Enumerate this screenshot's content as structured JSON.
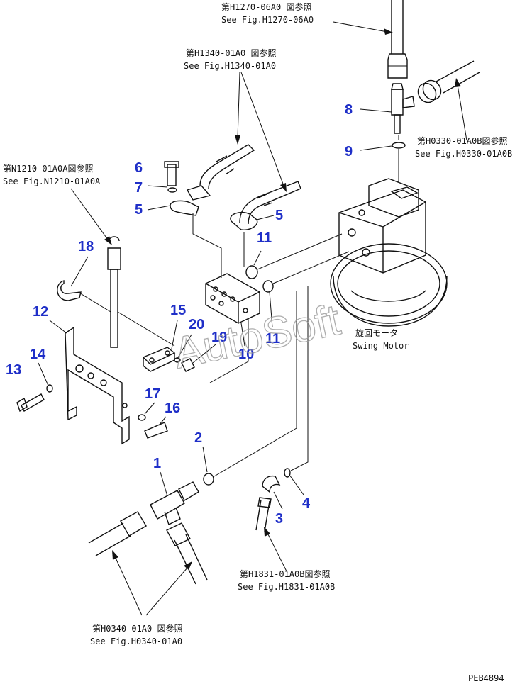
{
  "references": [
    {
      "jp": "第H1270-06A0 図参照",
      "en": "See Fig.H1270-06A0"
    },
    {
      "jp": "第H1340-01A0 図参照",
      "en": "See Fig.H1340-01A0"
    },
    {
      "jp": "第N1210-01A0A図参照",
      "en": "See Fig.N1210-01A0A"
    },
    {
      "jp": "第H0330-01A0B図参照",
      "en": "See Fig.H0330-01A0B"
    },
    {
      "jp": "第H1831-01A0B図参照",
      "en": "See Fig.H1831-01A0B"
    },
    {
      "jp": "第H0340-01A0 図参照",
      "en": "See Fig.H0340-01A0"
    }
  ],
  "swing_motor": {
    "jp": "旋回モータ",
    "en": "Swing Motor"
  },
  "part_numbers": [
    "1",
    "2",
    "3",
    "4",
    "5",
    "5",
    "6",
    "7",
    "8",
    "9",
    "10",
    "11",
    "11",
    "12",
    "13",
    "14",
    "15",
    "16",
    "17",
    "18",
    "19",
    "20"
  ],
  "watermark": "AutoSoft",
  "drawing_code": "PEB4894"
}
